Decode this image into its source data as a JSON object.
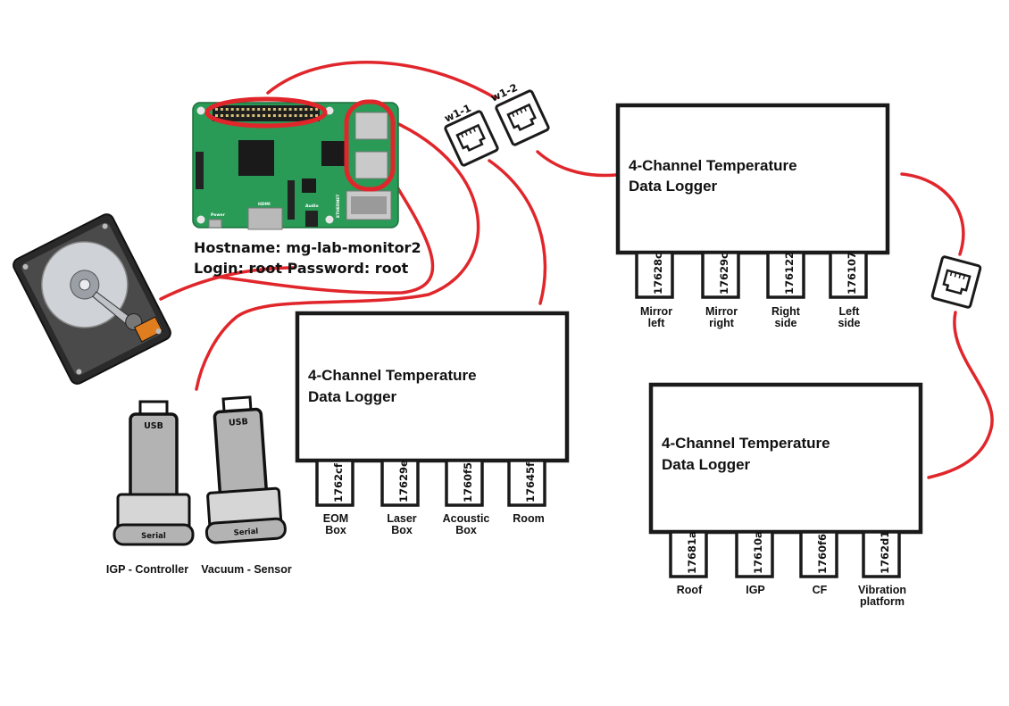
{
  "colors": {
    "cable": "#e0262b",
    "board": "#2a9a57",
    "outline": "#1a1a1a",
    "adapter_body": "#b3b3b3",
    "hdd_label": "#e07d1e"
  },
  "raspberry_pi": {
    "hostname_line": "Hostname: mg-lab-monitor2",
    "login_line": "Login: root Password: root",
    "port_labels": {
      "hdmi": "HDMI",
      "power": "Power",
      "audio": "Audio",
      "ethernet": "ETHERNET"
    }
  },
  "connectors": {
    "w1_1": "w1-1",
    "w1_2": "w1-2"
  },
  "adapters": [
    {
      "top_label": "USB",
      "bottom_label": "Serial",
      "caption": "IGP - Controller"
    },
    {
      "top_label": "USB",
      "bottom_label": "Serial",
      "caption": "Vacuum - Sensor"
    }
  ],
  "loggers": [
    {
      "title_line1": "4-Channel Temperature",
      "title_line2": "Data Logger",
      "sensors": [
        {
          "id": "17628c",
          "label_lines": [
            "Mirror",
            "left"
          ]
        },
        {
          "id": "17629c",
          "label_lines": [
            "Mirror",
            "right"
          ]
        },
        {
          "id": "176122",
          "label_lines": [
            "Right",
            "side"
          ]
        },
        {
          "id": "176107",
          "label_lines": [
            "Left",
            "side"
          ]
        }
      ]
    },
    {
      "title_line1": "4-Channel Temperature",
      "title_line2": "Data Logger",
      "sensors": [
        {
          "id": "1762cf",
          "label_lines": [
            "EOM",
            "Box"
          ]
        },
        {
          "id": "17629e",
          "label_lines": [
            "Laser",
            "Box"
          ]
        },
        {
          "id": "1760f5",
          "label_lines": [
            "Acoustic",
            "Box"
          ]
        },
        {
          "id": "17645f",
          "label_lines": [
            "Room"
          ]
        }
      ]
    },
    {
      "title_line1": "4-Channel Temperature",
      "title_line2": "Data Logger",
      "sensors": [
        {
          "id": "17681a",
          "label_lines": [
            "Roof"
          ]
        },
        {
          "id": "17610a",
          "label_lines": [
            "IGP"
          ]
        },
        {
          "id": "1760f6",
          "label_lines": [
            "CF"
          ]
        },
        {
          "id": "1762d1",
          "label_lines": [
            "Vibration",
            "platform"
          ]
        }
      ]
    }
  ]
}
